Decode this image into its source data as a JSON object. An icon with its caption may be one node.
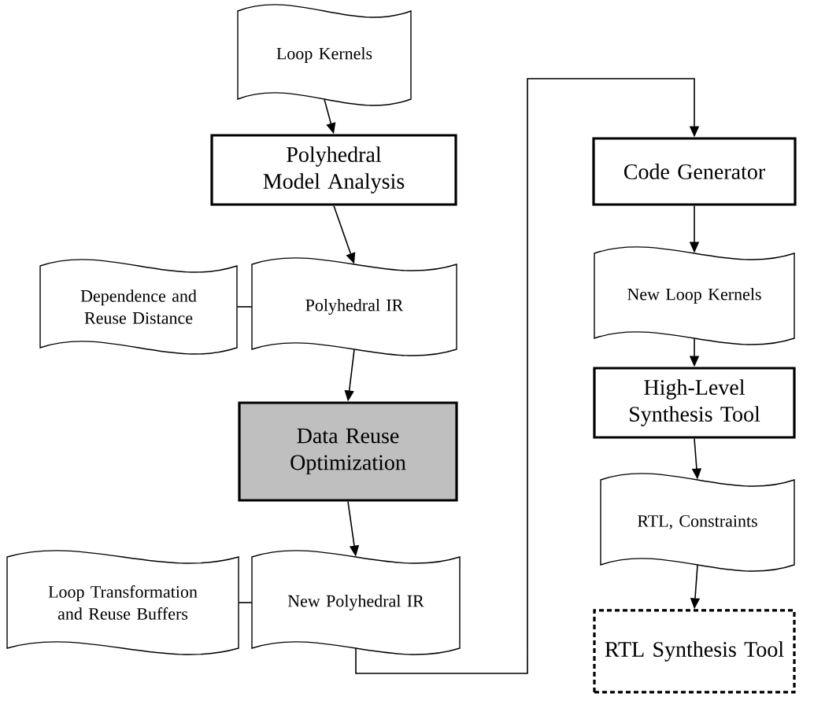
{
  "diagram": {
    "nodes": [
      {
        "text": [
          "Loop Kernels"
        ]
      },
      {
        "text": [
          "Polyhedral Model Analysis"
        ]
      },
      {
        "text": [
          "Dependence and Reuse Distance"
        ]
      },
      {
        "text": [
          "Polyhedral IR"
        ]
      },
      {
        "text": [
          "Data Reuse Optimization"
        ]
      },
      {
        "text": [
          "Loop Transformation and Reuse Buffers"
        ]
      },
      {
        "text": [
          "New Polyhedral IR"
        ]
      },
      {
        "text": [
          "Code Generator"
        ]
      },
      {
        "text": [
          "New Loop Kernels"
        ]
      },
      {
        "text": [
          "High-Level Synthesis Tool"
        ]
      },
      {
        "text": [
          "RTL, Constraints"
        ]
      },
      {
        "text": [
          "RTL Synthesis Tool"
        ]
      }
    ],
    "edges": [
      {
        "from": 0,
        "to": 1,
        "arrow": "to"
      },
      {
        "from": 1,
        "to": 3,
        "arrow": "to"
      },
      {
        "from": 2,
        "to": 3,
        "arrow": "none"
      },
      {
        "from": 3,
        "to": 4,
        "arrow": "to"
      },
      {
        "from": 4,
        "to": 6,
        "arrow": "to"
      },
      {
        "from": 5,
        "to": 6,
        "arrow": "none"
      },
      {
        "from": 6,
        "to": 7,
        "arrow": "to"
      },
      {
        "from": 7,
        "to": 8,
        "arrow": "to"
      },
      {
        "from": 8,
        "to": 9,
        "arrow": "to"
      },
      {
        "from": 9,
        "to": 10,
        "arrow": "to"
      },
      {
        "from": 10,
        "to": 11,
        "arrow": "to"
      }
    ]
  }
}
